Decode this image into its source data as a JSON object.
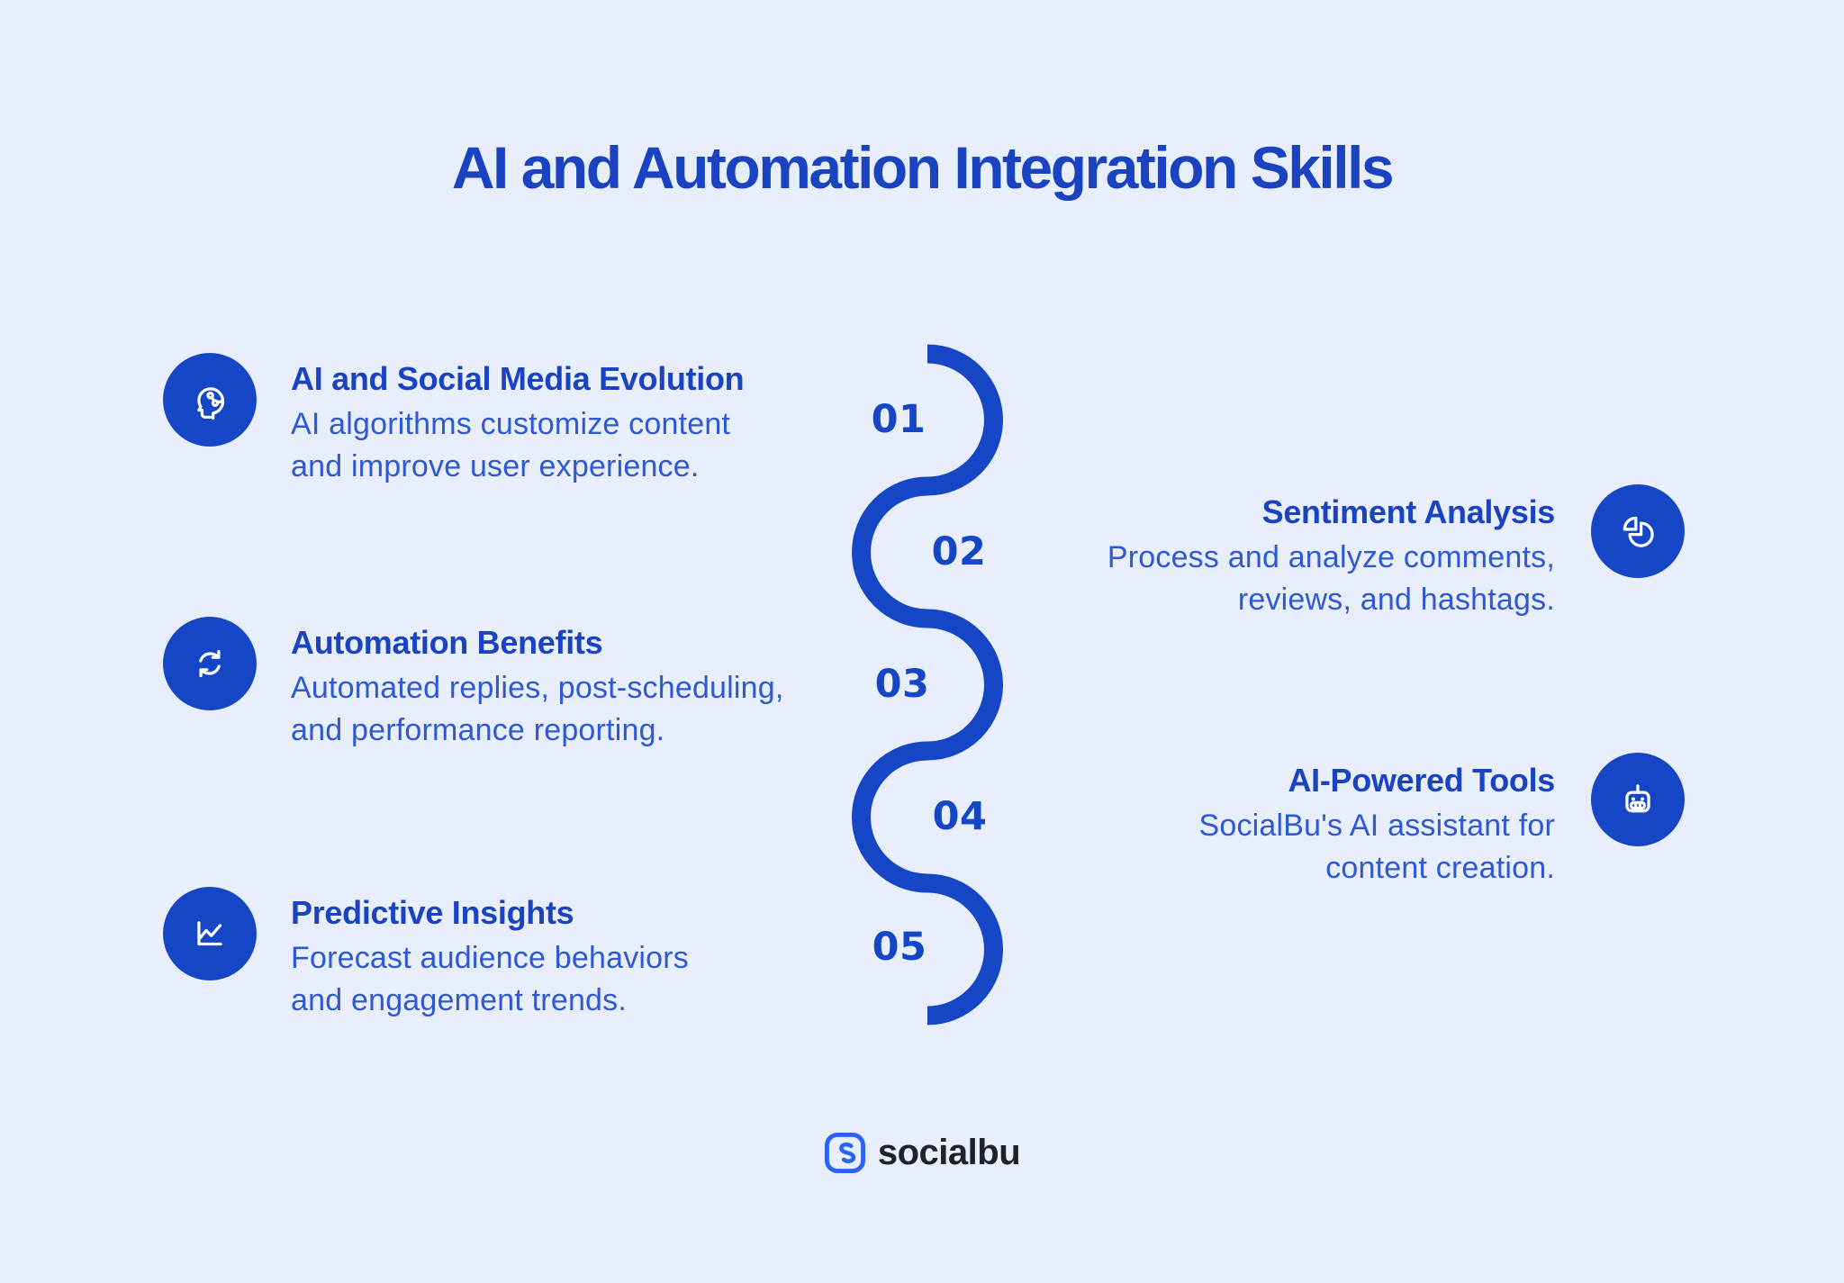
{
  "title": "AI and Automation Integration Skills",
  "colors": {
    "background": "#e8eefb",
    "primary": "#1546c6",
    "title_text": "#1a43c2",
    "heading_text": "#1a43c2",
    "description_text": "#2e59d2",
    "icon_glyph": "#ffffff",
    "logo_mark": "#2962f5",
    "logo_text": "#1e222b"
  },
  "steps": [
    {
      "number": "01",
      "side": "left",
      "icon": "ai-head-icon",
      "title": "AI and Social Media Evolution",
      "description_lines": [
        "AI algorithms customize content",
        "and improve user experience."
      ]
    },
    {
      "number": "02",
      "side": "right",
      "icon": "pie-chart-icon",
      "title": "Sentiment Analysis",
      "description_lines": [
        "Process and analyze comments,",
        "reviews, and hashtags."
      ]
    },
    {
      "number": "03",
      "side": "left",
      "icon": "sync-icon",
      "title": "Automation Benefits",
      "description_lines": [
        "Automated replies, post-scheduling,",
        "and performance reporting."
      ]
    },
    {
      "number": "04",
      "side": "right",
      "icon": "robot-icon",
      "title": "AI-Powered Tools",
      "description_lines": [
        "SocialBu's AI assistant for",
        "content creation."
      ]
    },
    {
      "number": "05",
      "side": "left",
      "icon": "line-chart-icon",
      "title": "Predictive Insights",
      "description_lines": [
        "Forecast audience behaviors",
        "and engagement trends."
      ]
    }
  ],
  "footer": {
    "logo_text": "socialbu"
  }
}
